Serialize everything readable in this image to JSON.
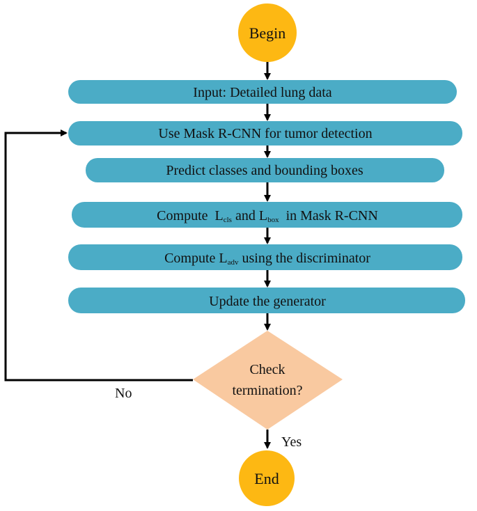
{
  "colors": {
    "terminal": "#FDB813",
    "process": "#4BACC6",
    "decision": "#F9C9A0",
    "line": "#000000"
  },
  "nodes": {
    "begin": {
      "label": "Begin"
    },
    "input": {
      "label": "Input: Detailed lung data"
    },
    "mask": {
      "label": "Use Mask R-CNN for tumor detection"
    },
    "predict": {
      "label": "Predict classes and bounding boxes"
    },
    "loss": {
      "prefix": "Compute  ",
      "l1": "L",
      "l1_sub": "cls",
      "mid": " and ",
      "l2": "L",
      "l2_sub": "box",
      "suffix": "  in Mask R-CNN"
    },
    "adv": {
      "prefix": "Compute ",
      "l": "L",
      "l_sub": "adv",
      "suffix": " using the discriminator"
    },
    "update": {
      "label": "Update the generator"
    },
    "check": {
      "line1": "Check",
      "line2": "termination?"
    },
    "end": {
      "label": "End"
    }
  },
  "edges": {
    "no_label": "No",
    "yes_label": "Yes"
  }
}
